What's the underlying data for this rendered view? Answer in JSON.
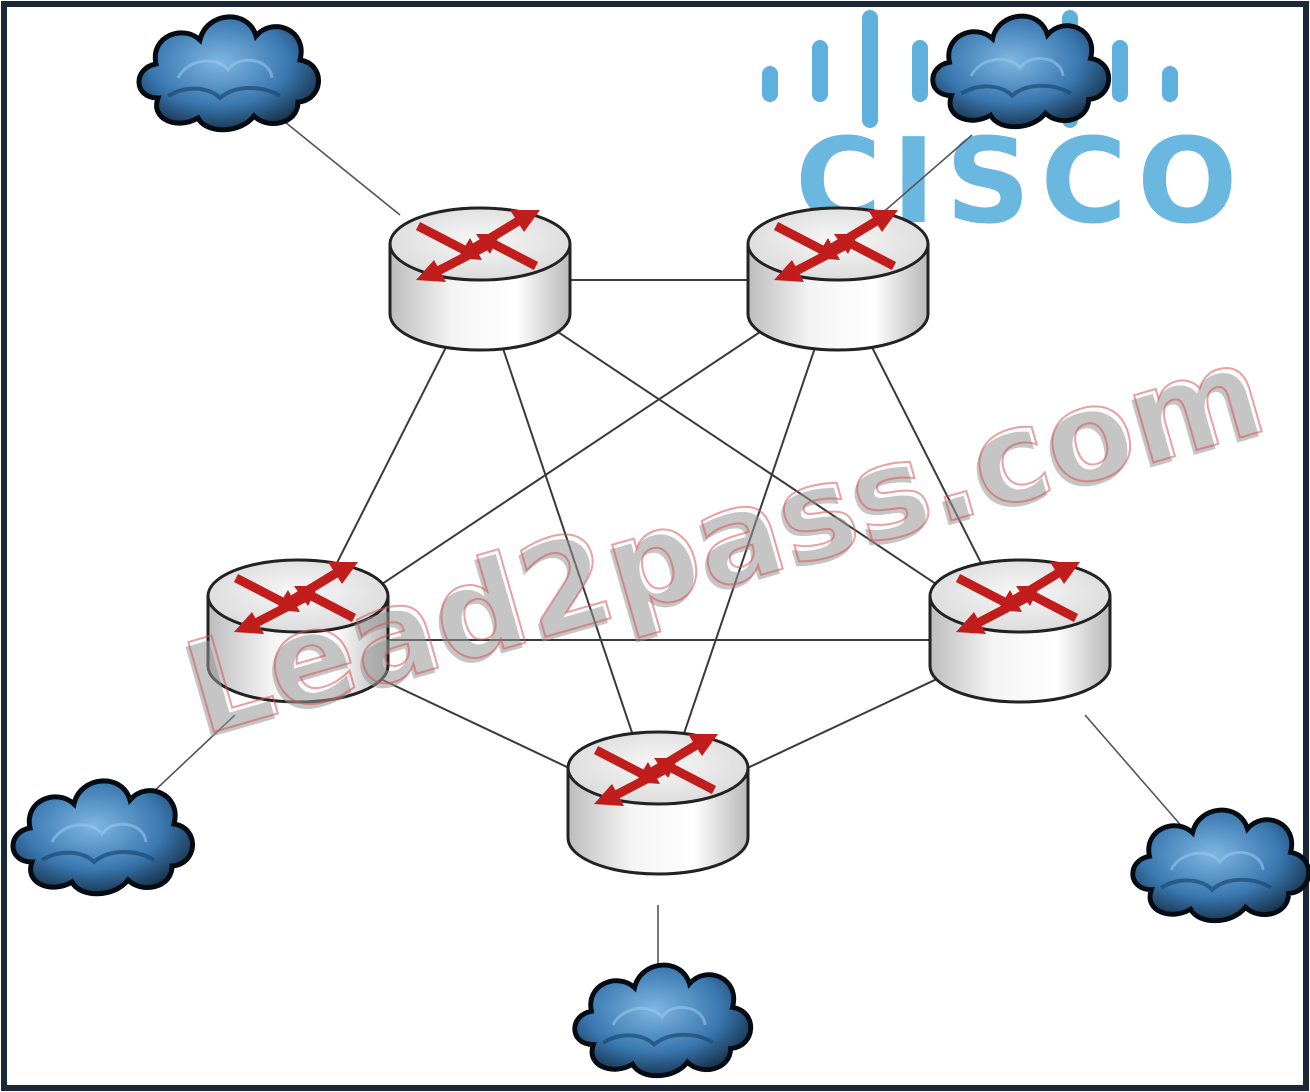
{
  "logo": {
    "text": "CISCO",
    "color": "#6ab7e0"
  },
  "watermark": {
    "text": "Lead2pass.com"
  },
  "colors": {
    "cloud": "#3d7eb8",
    "router_top": "#e9e9e9",
    "arrow": "#c21d1d",
    "link": "#3a3a3a",
    "frame": "#1b2838"
  },
  "routers": [
    {
      "id": "router-top-left",
      "icon": "router-icon"
    },
    {
      "id": "router-top-right",
      "icon": "router-icon"
    },
    {
      "id": "router-mid-left",
      "icon": "router-icon"
    },
    {
      "id": "router-mid-right",
      "icon": "router-icon"
    },
    {
      "id": "router-bottom",
      "icon": "router-icon"
    }
  ],
  "clouds": [
    {
      "id": "cloud-top-left",
      "attached_to": "router-top-left",
      "icon": "cloud-icon"
    },
    {
      "id": "cloud-top-right",
      "attached_to": "router-top-right",
      "icon": "cloud-icon"
    },
    {
      "id": "cloud-bottom-left",
      "attached_to": "router-mid-left",
      "icon": "cloud-icon"
    },
    {
      "id": "cloud-bottom-right",
      "attached_to": "router-mid-right",
      "icon": "cloud-icon"
    },
    {
      "id": "cloud-bottom",
      "attached_to": "router-bottom",
      "icon": "cloud-icon"
    }
  ],
  "mesh_links": [
    [
      "router-top-left",
      "router-top-right"
    ],
    [
      "router-top-left",
      "router-mid-left"
    ],
    [
      "router-top-left",
      "router-mid-right"
    ],
    [
      "router-top-left",
      "router-bottom"
    ],
    [
      "router-top-right",
      "router-mid-left"
    ],
    [
      "router-top-right",
      "router-mid-right"
    ],
    [
      "router-top-right",
      "router-bottom"
    ],
    [
      "router-mid-left",
      "router-mid-right"
    ],
    [
      "router-mid-left",
      "router-bottom"
    ],
    [
      "router-mid-right",
      "router-bottom"
    ]
  ]
}
